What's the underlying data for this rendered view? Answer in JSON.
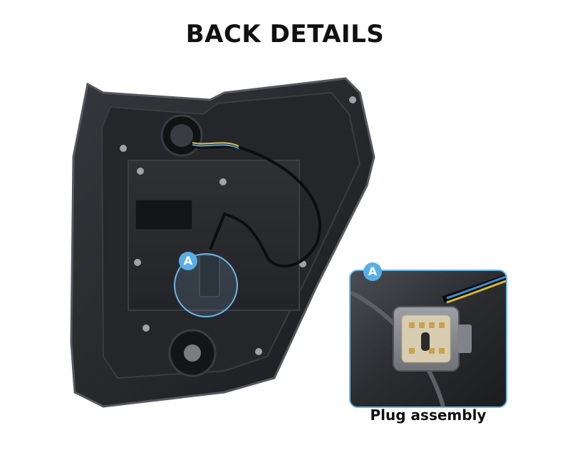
{
  "title": "BACK DETAILS",
  "callout": {
    "badge_main": "A",
    "badge_detail": "A",
    "caption": "Plug assembly"
  },
  "colors": {
    "accent": "#5aaee6",
    "housing": "#1c1d20",
    "housing_edge": "#3a3c41"
  },
  "icons": {
    "callout_marker": "circle-letter-badge"
  }
}
